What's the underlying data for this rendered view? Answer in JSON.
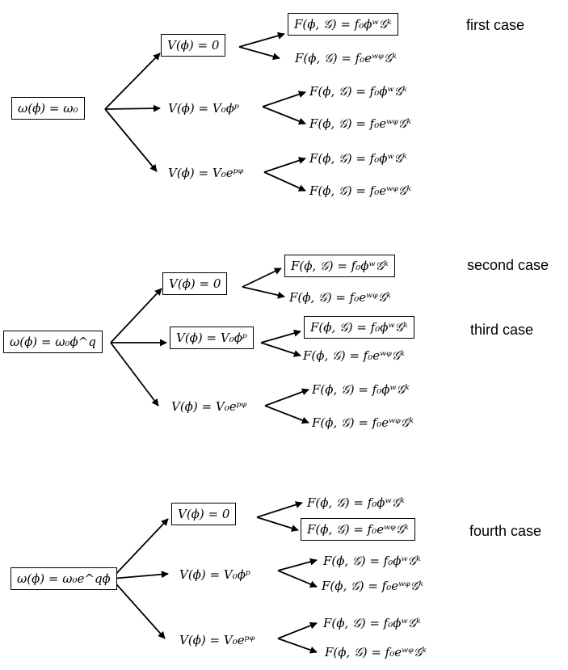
{
  "colors": {
    "ink": "#000000",
    "background": "#ffffff"
  },
  "case_labels": {
    "first": "first case",
    "second": "second case",
    "third": "third case",
    "fourth": "fourth case"
  },
  "groups": [
    {
      "omega": "ω(ϕ) = ω₀",
      "potentials": [
        {
          "V": "V(ϕ) = 0",
          "F_power": "F(ϕ, 𝒢) = f₀ϕʷ𝒢ᵏ",
          "F_exp": "F(ϕ, 𝒢) = f₀eʷᵠ𝒢ᵏ"
        },
        {
          "V": "V(ϕ) = V₀ϕᵖ",
          "F_power": "F(ϕ, 𝒢) = f₀ϕʷ𝒢ᵏ",
          "F_exp": "F(ϕ, 𝒢) = f₀eʷᵠ𝒢ᵏ"
        },
        {
          "V": "V(ϕ) = V₀eᵖᵠ",
          "F_power": "F(ϕ, 𝒢) = f₀ϕʷ𝒢ᵏ",
          "F_exp": "F(ϕ, 𝒢) = f₀eʷᵠ𝒢ᵏ"
        }
      ]
    },
    {
      "omega": "ω(ϕ) = ω₀ϕ^q",
      "potentials": [
        {
          "V": "V(ϕ) = 0",
          "F_power": "F(ϕ, 𝒢) = f₀ϕʷ𝒢ᵏ",
          "F_exp": "F(ϕ, 𝒢) = f₀eʷᵠ𝒢ᵏ"
        },
        {
          "V": "V(ϕ) = V₀ϕᵖ",
          "F_power": "F(ϕ, 𝒢) = f₀ϕʷ𝒢ᵏ",
          "F_exp": "F(ϕ, 𝒢) = f₀eʷᵠ𝒢ᵏ"
        },
        {
          "V": "V(ϕ) = V₀eᵖᵠ",
          "F_power": "F(ϕ, 𝒢) = f₀ϕʷ𝒢ᵏ",
          "F_exp": "F(ϕ, 𝒢) = f₀eʷᵠ𝒢ᵏ"
        }
      ]
    },
    {
      "omega": "ω(ϕ) = ω₀e^qϕ",
      "potentials": [
        {
          "V": "V(ϕ) = 0",
          "F_power": "F(ϕ, 𝒢) = f₀ϕʷ𝒢ᵏ",
          "F_exp": "F(ϕ, 𝒢) = f₀eʷᵠ𝒢ᵏ"
        },
        {
          "V": "V(ϕ) = V₀ϕᵖ",
          "F_power": "F(ϕ, 𝒢) = f₀ϕʷ𝒢ᵏ",
          "F_exp": "F(ϕ, 𝒢) = f₀eʷᵠ𝒢ᵏ"
        },
        {
          "V": "V(ϕ) = V₀eᵖᵠ",
          "F_power": "F(ϕ, 𝒢) = f₀ϕʷ𝒢ᵏ",
          "F_exp": "F(ϕ, 𝒢) = f₀eʷᵠ𝒢ᵏ"
        }
      ]
    }
  ]
}
